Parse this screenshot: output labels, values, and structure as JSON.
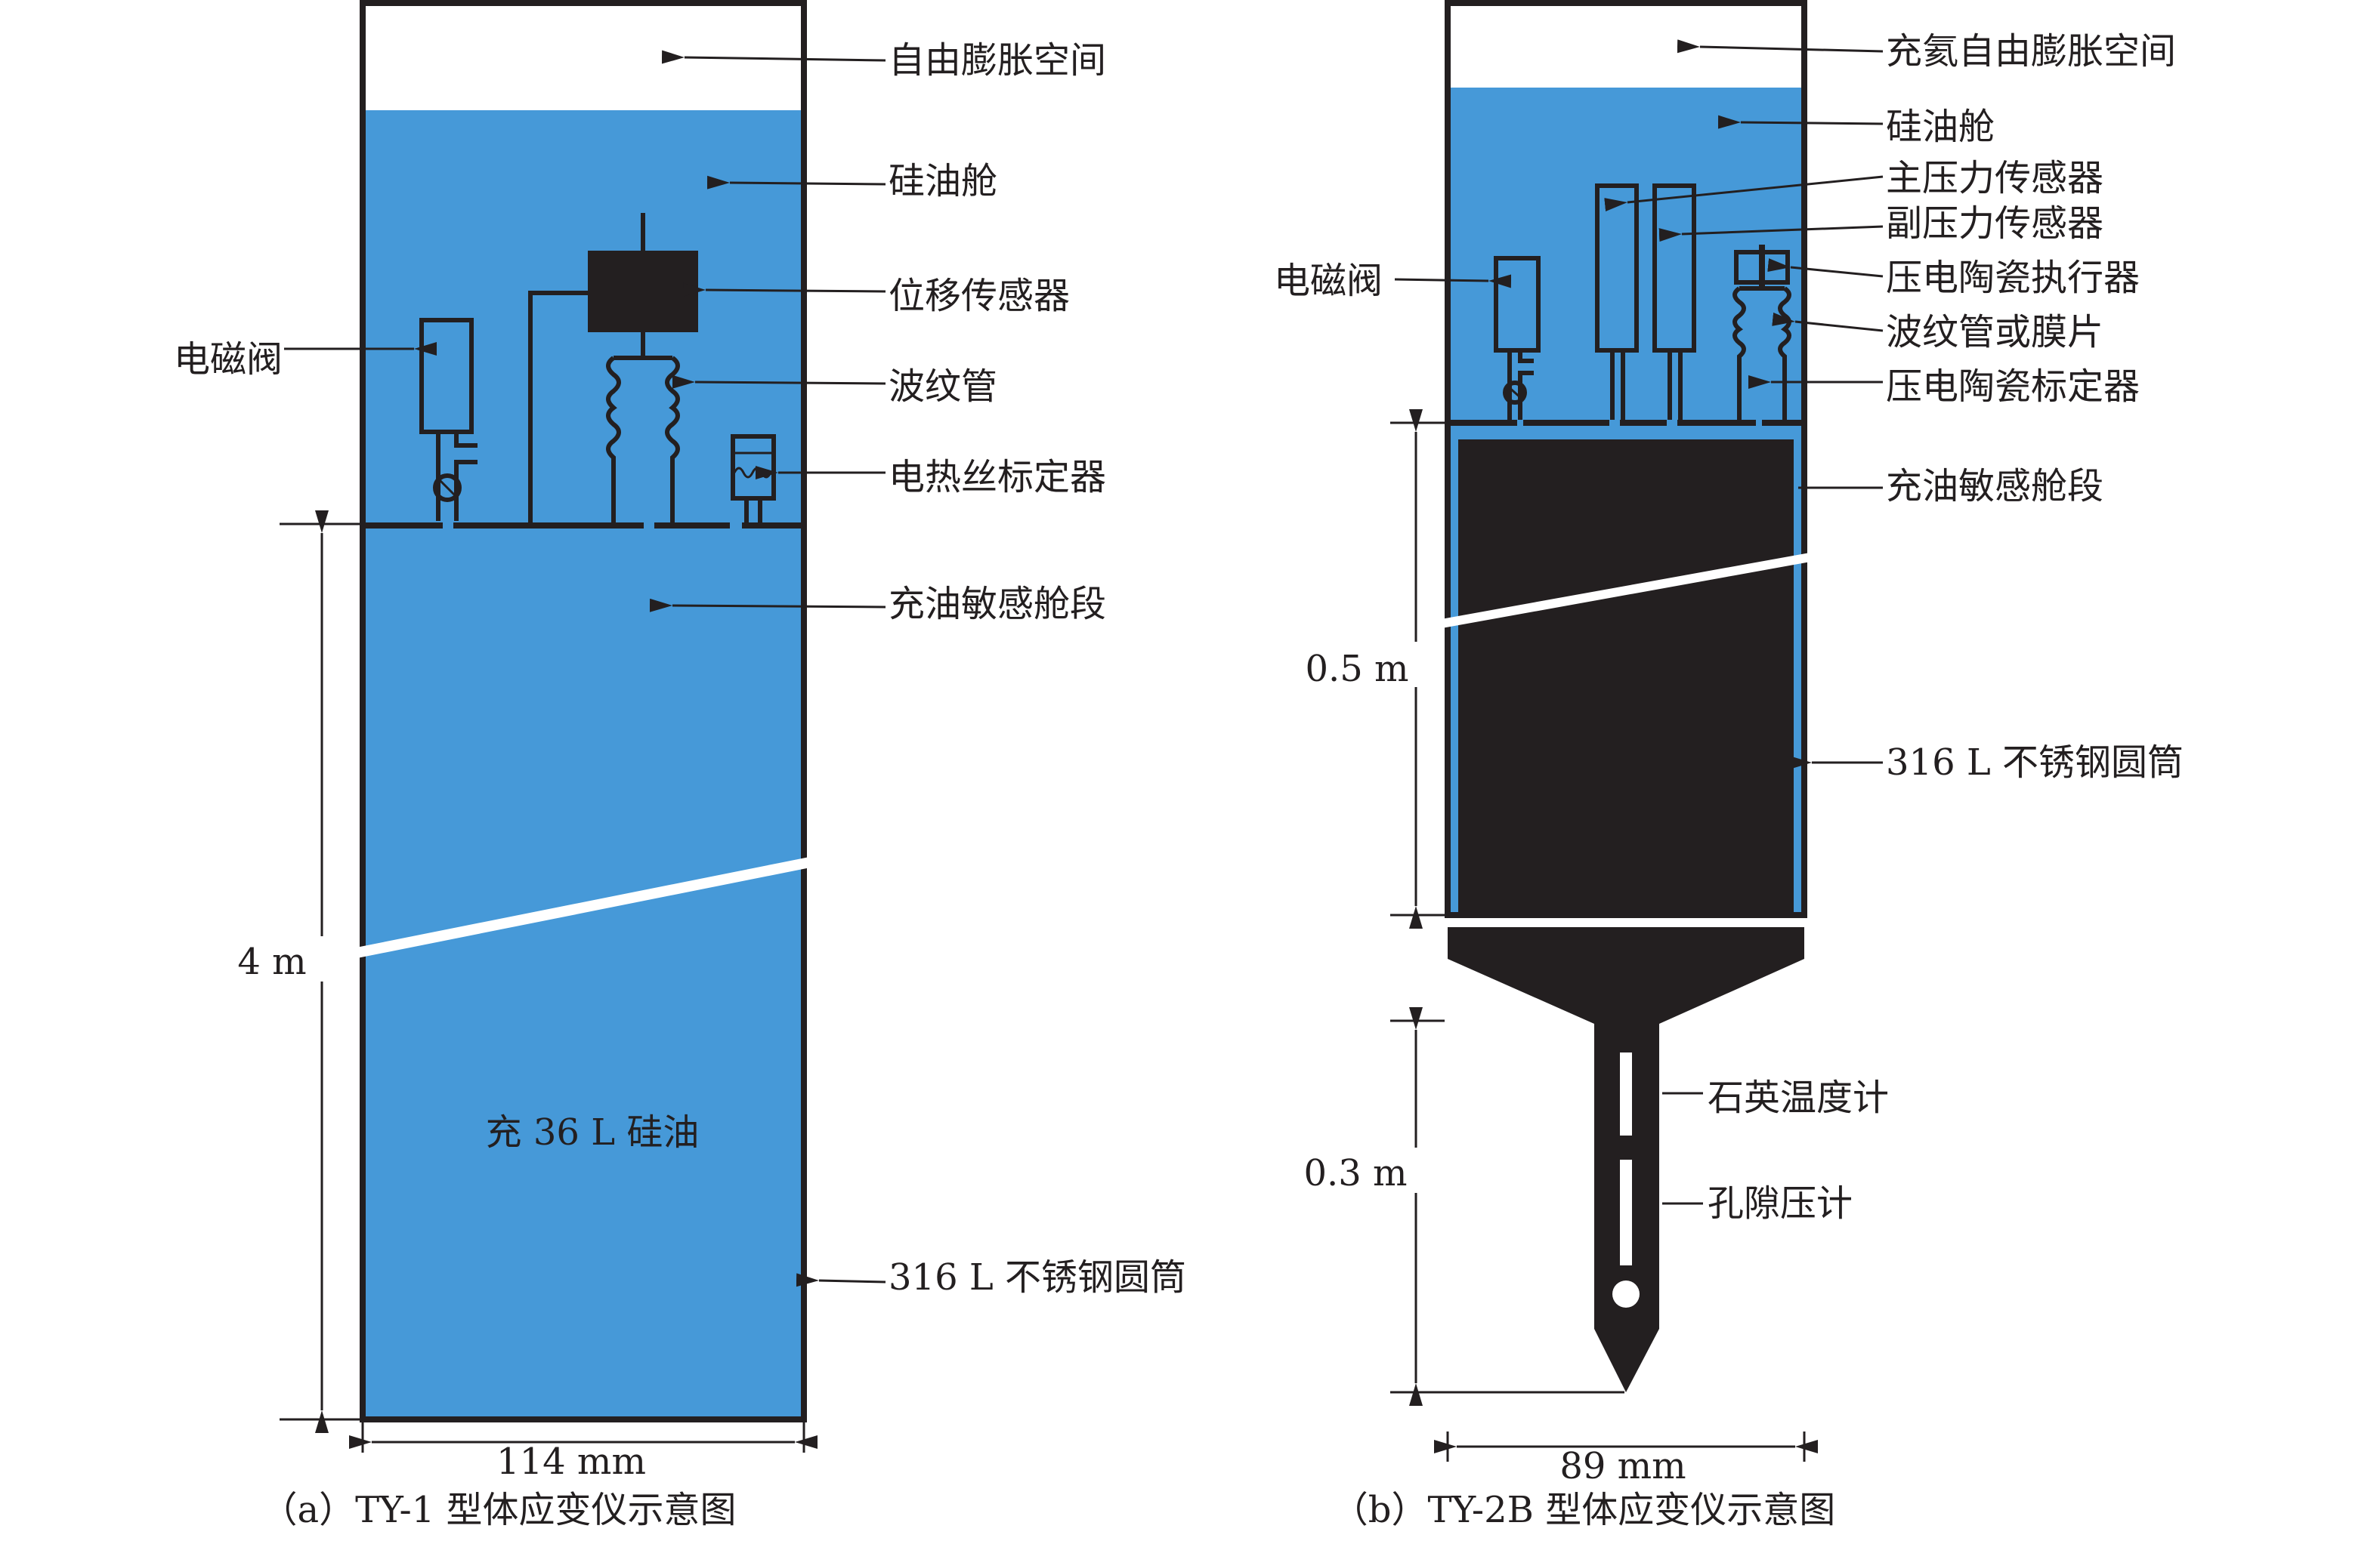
{
  "colors": {
    "oil": "#4699d8",
    "ink": "#231f20",
    "background": "#ffffff"
  },
  "diagram_a": {
    "labels": {
      "free_space": "自由膨胀空间",
      "oil_chamber": "硅油舱",
      "displacement_sensor": "位移传感器",
      "bellows": "波纹管",
      "heater_calibrator": "电热丝标定器",
      "sensitive_section": "充油敏感舱段",
      "tube": "316 L 不锈钢圆筒",
      "valve": "电磁阀",
      "fill": "充 36 L 硅油"
    },
    "height_dim": "4 m",
    "width_dim": "114 mm",
    "caption": "（a）TY-1 型体应变仪示意图"
  },
  "diagram_b": {
    "labels": {
      "free_space": "充氦自由膨胀空间",
      "oil_chamber": "硅油舱",
      "main_pressure_sensor": "主压力传感器",
      "sub_pressure_sensor": "副压力传感器",
      "piezo_actuator": "压电陶瓷执行器",
      "bellows": "波纹管或膜片",
      "piezo_calibrator": "压电陶瓷标定器",
      "sensitive_section": "充油敏感舱段",
      "tube": "316 L 不锈钢圆筒",
      "valve": "电磁阀",
      "thermometer": "石英温度计",
      "pore_pressure": "孔隙压计"
    },
    "height_dim_upper": "0.5 m",
    "height_dim_lower": "0.3 m",
    "width_dim": "89 mm",
    "caption": "（b）TY-2B 型体应变仪示意图"
  }
}
